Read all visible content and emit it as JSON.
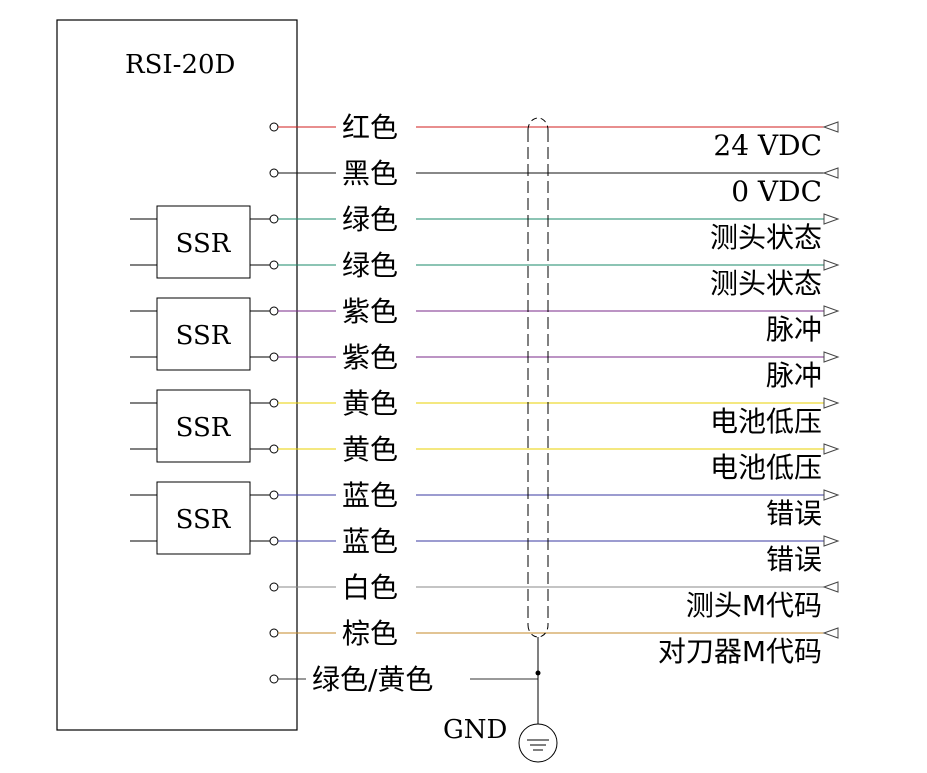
{
  "device": {
    "name": "RSI-20D"
  },
  "ground": {
    "label": "GND"
  },
  "colors": {
    "red": "#d21e1e",
    "black": "#111111",
    "green": "#1a8a6a",
    "purple": "#7a2a8a",
    "yellow": "#e8d200",
    "blue": "#3a3aa0",
    "white": "#8a8a8a",
    "brown": "#c48a2a",
    "green_yellow": "#333333"
  },
  "ssr_blocks": [
    {
      "label": "SSR"
    },
    {
      "label": "SSR"
    },
    {
      "label": "SSR"
    },
    {
      "label": "SSR"
    }
  ],
  "wires": [
    {
      "wire": "红色",
      "color_key": "red",
      "signal": "24 VDC",
      "direction": "in"
    },
    {
      "wire": "黑色",
      "color_key": "black",
      "signal": "0 VDC",
      "direction": "in"
    },
    {
      "wire": "绿色",
      "color_key": "green",
      "signal": "测头状态",
      "direction": "out"
    },
    {
      "wire": "绿色",
      "color_key": "green",
      "signal": "测头状态",
      "direction": "out"
    },
    {
      "wire": "紫色",
      "color_key": "purple",
      "signal": "脉冲",
      "direction": "out"
    },
    {
      "wire": "紫色",
      "color_key": "purple",
      "signal": "脉冲",
      "direction": "out"
    },
    {
      "wire": "黄色",
      "color_key": "yellow",
      "signal": "电池低压",
      "direction": "out"
    },
    {
      "wire": "黄色",
      "color_key": "yellow",
      "signal": "电池低压",
      "direction": "out"
    },
    {
      "wire": "蓝色",
      "color_key": "blue",
      "signal": "错误",
      "direction": "out"
    },
    {
      "wire": "蓝色",
      "color_key": "blue",
      "signal": "错误",
      "direction": "out"
    },
    {
      "wire": "白色",
      "color_key": "white",
      "signal": "测头M代码",
      "direction": "in"
    },
    {
      "wire": "棕色",
      "color_key": "brown",
      "signal": "对刀器M代码",
      "direction": "in"
    },
    {
      "wire": "绿色/黄色",
      "color_key": "green_yellow",
      "signal": "",
      "direction": "ground"
    }
  ]
}
